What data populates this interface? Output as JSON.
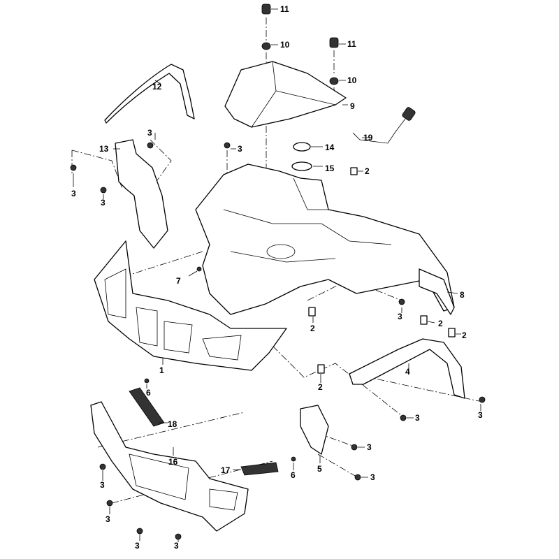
{
  "diagram": {
    "type": "exploded-parts-diagram",
    "callouts": [
      "11",
      "10",
      "11",
      "10",
      "9",
      "12",
      "19",
      "14",
      "15",
      "2",
      "13",
      "3",
      "3",
      "3",
      "3",
      "7",
      "8",
      "3",
      "2",
      "2",
      "2",
      "2",
      "1",
      "4",
      "6",
      "6",
      "3",
      "3",
      "3",
      "3",
      "18",
      "16",
      "17",
      "5",
      "3",
      "3",
      "3",
      "3"
    ]
  }
}
